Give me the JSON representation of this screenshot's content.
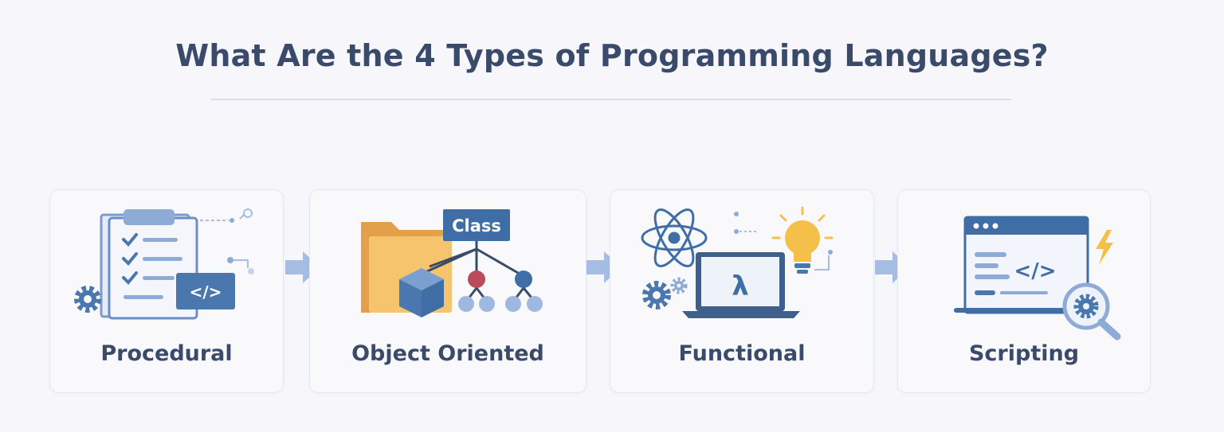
{
  "title": "What Are the 4 Types of Programming Languages?",
  "cards": [
    {
      "label": "Procedural",
      "icon": "procedural-checklist-icon",
      "code_symbol": "</>"
    },
    {
      "label": "Object Oriented",
      "icon": "class-hierarchy-icon",
      "class_label": "Class"
    },
    {
      "label": "Functional",
      "icon": "lambda-laptop-icon",
      "lambda_symbol": "λ"
    },
    {
      "label": "Scripting",
      "icon": "browser-script-icon",
      "code_symbol": "</>"
    }
  ],
  "colors": {
    "text": "#3a4a6a",
    "blue": "#4a78ae",
    "light_blue": "#8eaad6",
    "orange": "#e8a850",
    "yellow": "#f5c04a",
    "red": "#b84c5a"
  }
}
